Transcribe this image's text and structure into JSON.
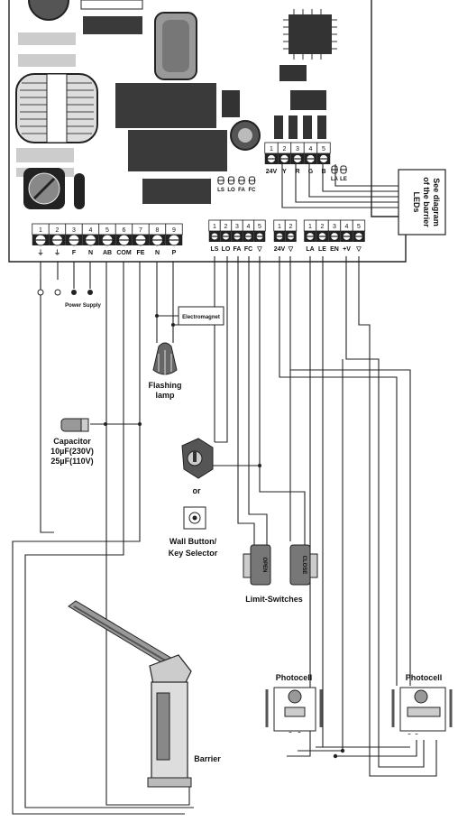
{
  "board": {
    "main_terminal": {
      "numbers": [
        "1",
        "2",
        "3",
        "4",
        "5",
        "6",
        "7",
        "8",
        "9"
      ],
      "labels": [
        "⏚",
        "⏚",
        "F",
        "N",
        "AB",
        "COM",
        "FE",
        "N",
        "P"
      ]
    },
    "limit_terminal": {
      "numbers": [
        "1",
        "2",
        "3",
        "4",
        "5"
      ],
      "labels": [
        "LS",
        "LO",
        "FA",
        "FC",
        "▽"
      ]
    },
    "power_terminal": {
      "numbers": [
        "1",
        "2"
      ],
      "labels": [
        "24V",
        "▽"
      ]
    },
    "accessory_terminal": {
      "numbers": [
        "1",
        "2",
        "3",
        "4",
        "5"
      ],
      "labels": [
        "LA",
        "LE",
        "EN",
        "+V",
        "▽"
      ]
    },
    "led_terminal": {
      "numbers": [
        "1",
        "2",
        "3",
        "4",
        "5"
      ],
      "labels": [
        "24V",
        "Y",
        "R",
        "G",
        "B"
      ]
    },
    "leds_left": [
      "LS",
      "LO",
      "FA",
      "FC"
    ],
    "leds_right": [
      "LA",
      "LE"
    ]
  },
  "labels": {
    "power_supply": "Power Supply",
    "electromagnet": "Electromagnet",
    "flashing_lamp_1": "Flashing",
    "flashing_lamp_2": "lamp",
    "capacitor_1": "Capacitor",
    "capacitor_2": "10µF(230V)",
    "capacitor_3": "25µF(110V)",
    "or": "or",
    "wall_button_1": "Wall Button/",
    "wall_button_2": "Key Selector",
    "open": "OPEN",
    "close": "CLOSE",
    "limit_switches": "Limit-Switches",
    "photocell_left": "Photocell",
    "photocell_right": "Photocell",
    "barrier": "Barrier",
    "see_diagram_1": "See diagram",
    "see_diagram_2": "of the barrier",
    "see_diagram_3": "LEDs"
  }
}
